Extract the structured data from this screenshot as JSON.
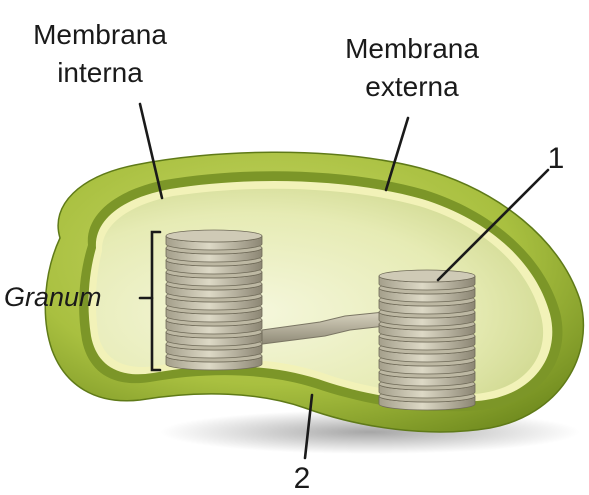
{
  "labels": {
    "inner_membrane": [
      "Membrana",
      "interna"
    ],
    "outer_membrane": [
      "Membrana",
      "externa"
    ],
    "granum": "Granum",
    "marker_1": "1",
    "marker_2": "2"
  },
  "colors": {
    "outer_membrane": "#a9c040",
    "outer_membrane_dark": "#6f8a1e",
    "inner_membrane": "#7c9628",
    "inner_rim": "#f2f2b8",
    "stroma": "#e6ebb4",
    "thylakoid_light": "#c9c4b0",
    "thylakoid_dark": "#8c8674",
    "text": "#1a1a1a"
  },
  "left_granum_discs": 11,
  "right_granum_discs": 11
}
